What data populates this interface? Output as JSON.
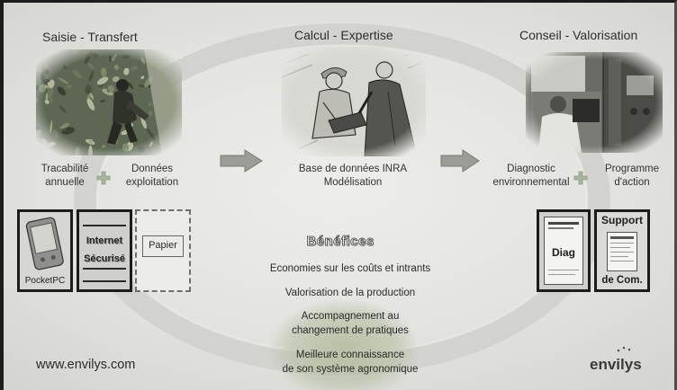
{
  "stages": {
    "saisie": {
      "title": "Saisie - Transfert",
      "label_left": [
        "Tracabilité",
        "annuelle"
      ],
      "label_right": [
        "Données",
        "exploitation"
      ]
    },
    "calcul": {
      "title": "Calcul - Expertise",
      "label": [
        "Base de données INRA",
        "Modélisation"
      ]
    },
    "conseil": {
      "title": "Conseil - Valorisation",
      "label_left": [
        "Diagnostic",
        "environnemental"
      ],
      "label_right": [
        "Programme",
        "d'action"
      ]
    }
  },
  "input_tools": {
    "pocketpc": "PocketPC",
    "internet": [
      "Internet",
      "Sécurisé"
    ],
    "papier": "Papier"
  },
  "output_docs": {
    "diag": "Diag",
    "support": [
      "Support",
      "de Com."
    ]
  },
  "benefits": {
    "title": "Bénéfices",
    "items": [
      [
        "Economies sur les coûts et intrants"
      ],
      [
        "Valorisation de la production"
      ],
      [
        "Accompagnement au",
        "changement de pratiques"
      ],
      [
        "Meilleure connaissance",
        "de son système agronomique"
      ]
    ]
  },
  "footer": {
    "url": "www.envilys.com",
    "logo": "envilys"
  },
  "icons": {
    "connector": "plus-icon",
    "flow": "arrow-right-icon"
  },
  "colors": {
    "ring": "#d2d2ce",
    "benefits_glow": "#b3bd9e",
    "arrow": "#9c9c96",
    "plus": "#a7b59f"
  }
}
